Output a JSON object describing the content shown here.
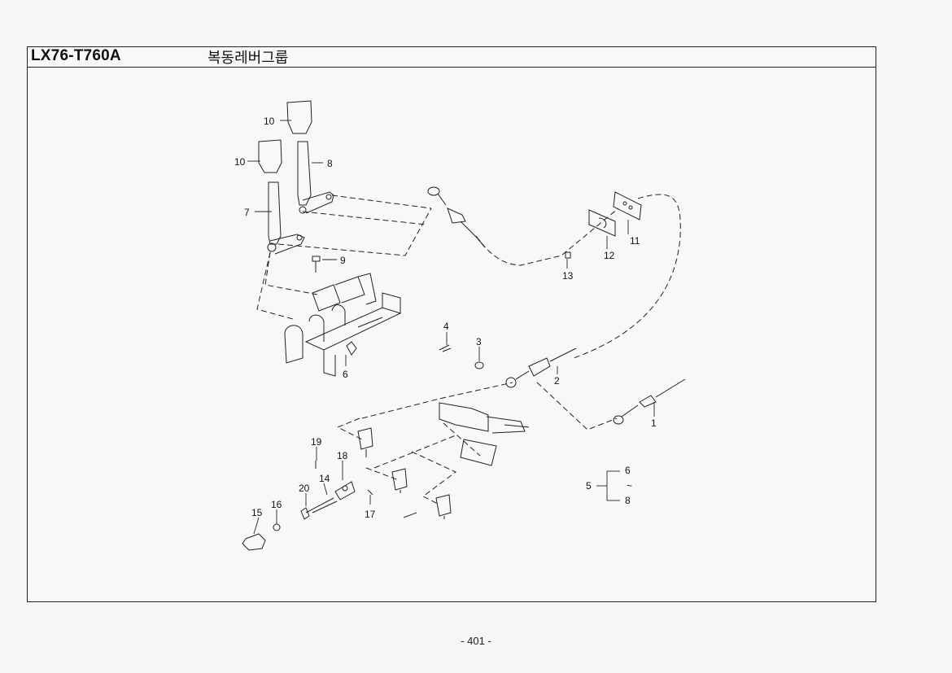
{
  "header": {
    "model_code": "LX76-T760A",
    "group_title": "복동레버그룹"
  },
  "callouts": {
    "c1": "1",
    "c2": "2",
    "c3": "3",
    "c4": "4",
    "c5": "5",
    "c5_from": "6",
    "c5_tilde": "~",
    "c5_to": "8",
    "c6": "6",
    "c7": "7",
    "c8": "8",
    "c9": "9",
    "c10a": "10",
    "c10b": "10",
    "c11": "11",
    "c12": "12",
    "c13": "13",
    "c14": "14",
    "c15": "15",
    "c16": "16",
    "c17": "17",
    "c18": "18",
    "c19": "19",
    "c20": "20"
  },
  "footer": {
    "page_number": "- 401 -"
  }
}
